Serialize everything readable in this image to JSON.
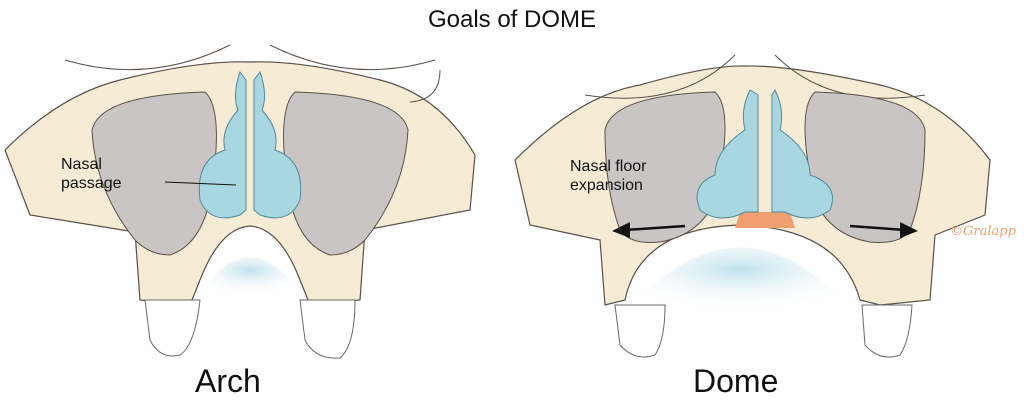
{
  "title": "Goals of DOME",
  "panels": [
    {
      "caption": "Arch",
      "label": [
        "Nasal",
        "passage"
      ]
    },
    {
      "caption": "Dome",
      "label": [
        "Nasal floor",
        "expansion"
      ]
    }
  ],
  "signature": "©Gralapp",
  "colors": {
    "bone": "#f6ebd4",
    "sinus": "#c8c5c4",
    "nasal": "#a8d7e1",
    "airway": "#d3ebf2",
    "graft": "#f0a070"
  }
}
